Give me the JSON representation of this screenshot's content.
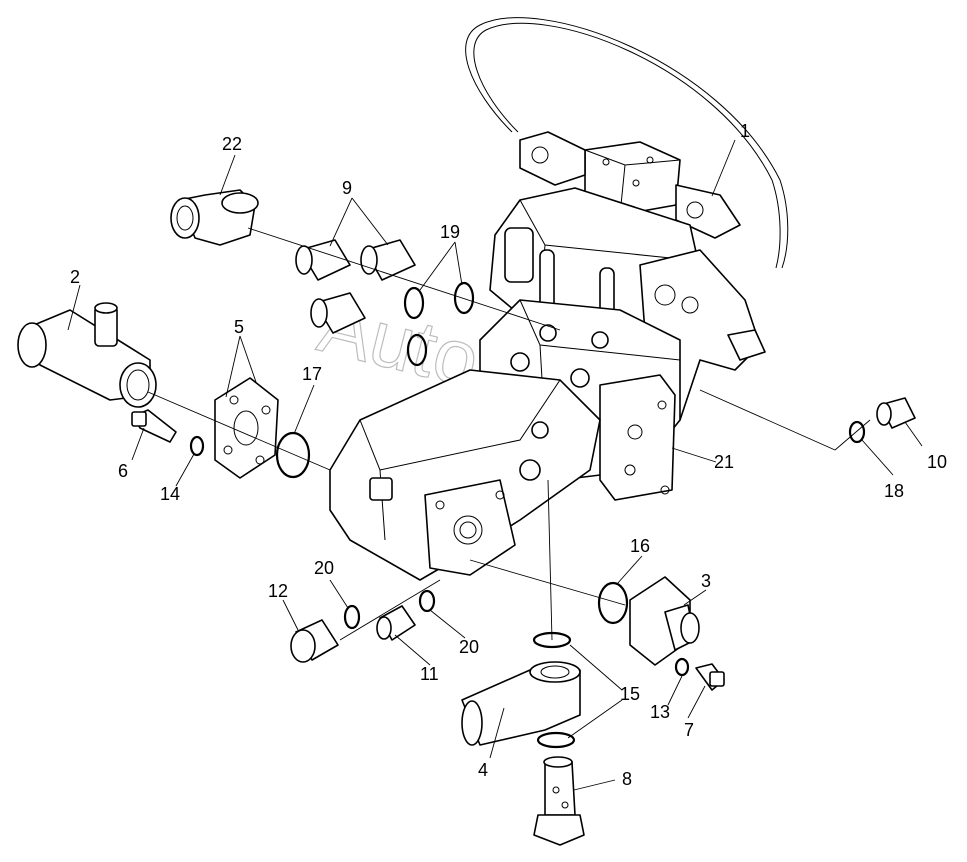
{
  "watermark": "AutoSoft",
  "callouts": [
    {
      "id": "c1",
      "label": "1"
    },
    {
      "id": "c2",
      "label": "2"
    },
    {
      "id": "c3",
      "label": "3"
    },
    {
      "id": "c4",
      "label": "4"
    },
    {
      "id": "c5",
      "label": "5"
    },
    {
      "id": "c6",
      "label": "6"
    },
    {
      "id": "c7",
      "label": "7"
    },
    {
      "id": "c8",
      "label": "8"
    },
    {
      "id": "c9",
      "label": "9"
    },
    {
      "id": "c10",
      "label": "10"
    },
    {
      "id": "c11",
      "label": "11"
    },
    {
      "id": "c12",
      "label": "12"
    },
    {
      "id": "c13",
      "label": "13"
    },
    {
      "id": "c14",
      "label": "14"
    },
    {
      "id": "c15",
      "label": "15"
    },
    {
      "id": "c16",
      "label": "16"
    },
    {
      "id": "c17",
      "label": "17"
    },
    {
      "id": "c18",
      "label": "18"
    },
    {
      "id": "c19",
      "label": "19"
    },
    {
      "id": "c20a",
      "label": "20"
    },
    {
      "id": "c20b",
      "label": "20"
    },
    {
      "id": "c21",
      "label": "21"
    },
    {
      "id": "c22",
      "label": "22"
    }
  ]
}
